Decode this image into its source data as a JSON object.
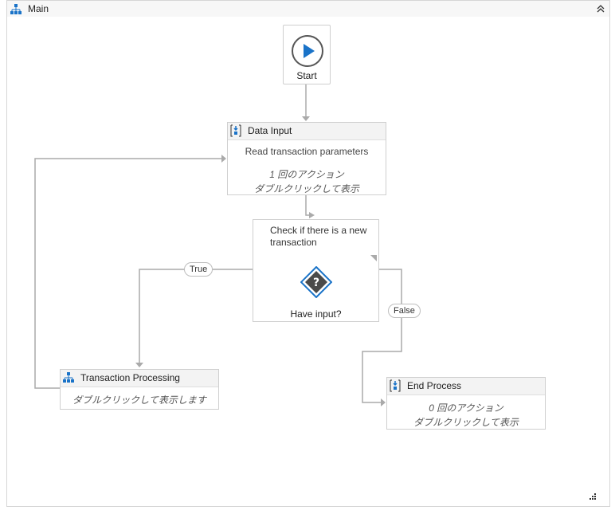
{
  "header": {
    "title": "Main"
  },
  "start": {
    "label": "Start"
  },
  "data_input": {
    "title": "Data Input",
    "description": "Read transaction parameters",
    "actions": "1 回のアクション",
    "hint": "ダブルクリックして表示"
  },
  "decision": {
    "description": "Check if there is a new transaction",
    "condition": "Have input?",
    "true_label": "True",
    "false_label": "False"
  },
  "transaction": {
    "title": "Transaction Processing",
    "hint": "ダブルクリックして表示します"
  },
  "end_process": {
    "title": "End Process",
    "actions": "0 回のアクション",
    "hint": "ダブルクリックして表示"
  },
  "colors": {
    "accent": "#1a73c8",
    "connector": "#aaaaaa",
    "decision": "#4a4a4a"
  },
  "icons": [
    "flowchart-icon",
    "collapse-chevron-icon",
    "play-icon",
    "sequence-icon",
    "decision-icon",
    "resize-grip-icon"
  ]
}
